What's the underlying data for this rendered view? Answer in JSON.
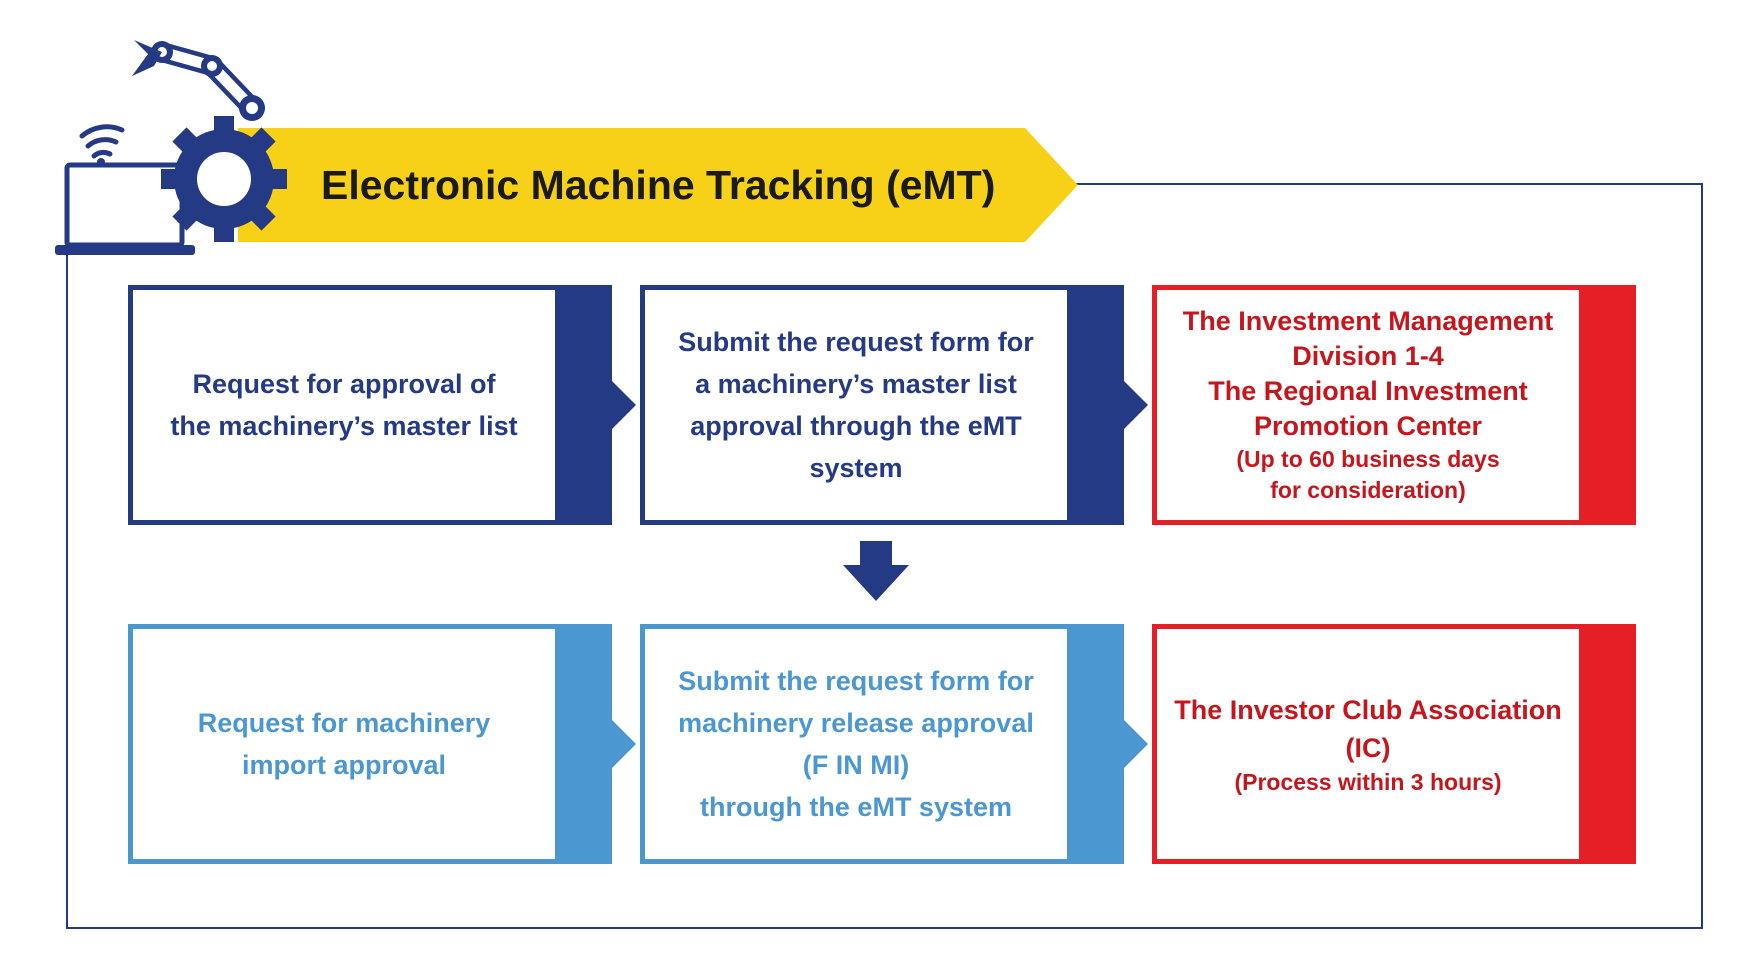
{
  "title": "Electronic Machine Tracking (eMT)",
  "colors": {
    "dark_blue": "#253a84",
    "light_blue": "#4b97d2",
    "red": "#e61f26",
    "yellow": "#f7d117"
  },
  "icons": [
    "laptop-icon",
    "wifi-icon",
    "gear-icon",
    "robot-arm-icon"
  ],
  "row1": {
    "step1": "Request for approval of\nthe machinery’s master list",
    "step2": "Submit the request form for\na machinery’s master list\napproval through the eMT system",
    "step3_main": "The Investment Management\nDivision 1-4\nThe Regional Investment\nPromotion Center",
    "step3_note": "(Up to 60 business days\nfor consideration)"
  },
  "row2": {
    "step1": "Request for machinery\nimport approval",
    "step2": "Submit the request form for\nmachinery release approval\n(F IN MI)\nthrough the eMT system",
    "step3_main": "The Investor Club Association (IC)",
    "step3_note": "(Process within 3 hours)"
  }
}
